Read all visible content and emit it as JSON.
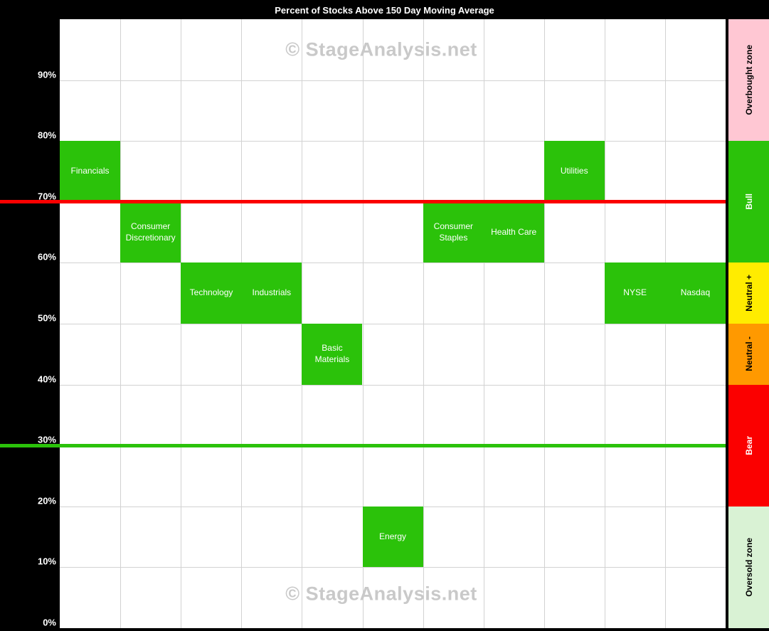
{
  "title": "Percent of Stocks Above 150 Day Moving Average",
  "watermark": "© StageAnalysis.net",
  "colors": {
    "background": "#000000",
    "plot_background": "#ffffff",
    "gridline": "#d2d2d2",
    "box_green": "#2bc20a",
    "red_threshold": "#fb0000",
    "green_threshold": "#2bc20a",
    "overbought_pink": "#ffc7d3",
    "neutral_plus_yellow": "#ffec00",
    "neutral_minus_orange": "#ff9900",
    "bear_red": "#fb0000",
    "oversold_green": "#d9f2d4",
    "watermark_gray": "#c9c9c9",
    "title_text": "#ffffff",
    "axis_text": "#ffffff"
  },
  "chart_data": {
    "type": "heatmap",
    "title": "Percent of Stocks Above 150 Day Moving Average",
    "xlabel": "",
    "ylabel": "",
    "ylim": [
      0,
      100
    ],
    "grid": true,
    "y_ticks": [
      {
        "label": "90%",
        "value": 90
      },
      {
        "label": "80%",
        "value": 80
      },
      {
        "label": "70%",
        "value": 70
      },
      {
        "label": "60%",
        "value": 60
      },
      {
        "label": "50%",
        "value": 50
      },
      {
        "label": "40%",
        "value": 40
      },
      {
        "label": "30%",
        "value": 30
      },
      {
        "label": "20%",
        "value": 20
      },
      {
        "label": "10%",
        "value": 10
      },
      {
        "label": "0%",
        "value": 0
      }
    ],
    "categories": [
      "Financials",
      "Consumer Discretionary",
      "Technology",
      "Industrials",
      "Basic Materials",
      "Energy",
      "Consumer Staples",
      "Health Care",
      "Utilities",
      "NYSE",
      "Nasdaq"
    ],
    "columns": [
      {
        "label": "Financials",
        "band_low": 70,
        "band_high": 80
      },
      {
        "label": "Consumer Discretionary",
        "band_low": 60,
        "band_high": 70
      },
      {
        "label": "Technology",
        "band_low": 50,
        "band_high": 60
      },
      {
        "label": "Industrials",
        "band_low": 50,
        "band_high": 60
      },
      {
        "label": "Basic Materials",
        "band_low": 40,
        "band_high": 50
      },
      {
        "label": "Energy",
        "band_low": 10,
        "band_high": 20
      },
      {
        "label": "Consumer Staples",
        "band_low": 60,
        "band_high": 70
      },
      {
        "label": "Health Care",
        "band_low": 60,
        "band_high": 70
      },
      {
        "label": "Utilities",
        "band_low": 70,
        "band_high": 80
      },
      {
        "label": "NYSE",
        "band_low": 50,
        "band_high": 60
      },
      {
        "label": "Nasdaq",
        "band_low": 50,
        "band_high": 60
      }
    ],
    "threshold_lines": [
      {
        "name": "bull-bear-upper",
        "value": 70,
        "color": "#fb0000"
      },
      {
        "name": "bull-bear-lower",
        "value": 30,
        "color": "#2bc20a"
      }
    ],
    "zones": [
      {
        "label": "Overbought zone",
        "low": 80,
        "high": 100,
        "color": "#ffc7d3",
        "text_color": "#000000"
      },
      {
        "label": "Bull",
        "low": 60,
        "high": 80,
        "color": "#2bc20a",
        "text_color": "#ffffff"
      },
      {
        "label": "Neutral +",
        "low": 50,
        "high": 60,
        "color": "#ffec00",
        "text_color": "#000000"
      },
      {
        "label": "Neutral -",
        "low": 40,
        "high": 50,
        "color": "#ff9900",
        "text_color": "#000000"
      },
      {
        "label": "Bear",
        "low": 20,
        "high": 40,
        "color": "#fb0000",
        "text_color": "#ffffff"
      },
      {
        "label": "Oversold zone",
        "low": 0,
        "high": 20,
        "color": "#d9f2d4",
        "text_color": "#000000"
      }
    ],
    "legend_position": "right"
  }
}
